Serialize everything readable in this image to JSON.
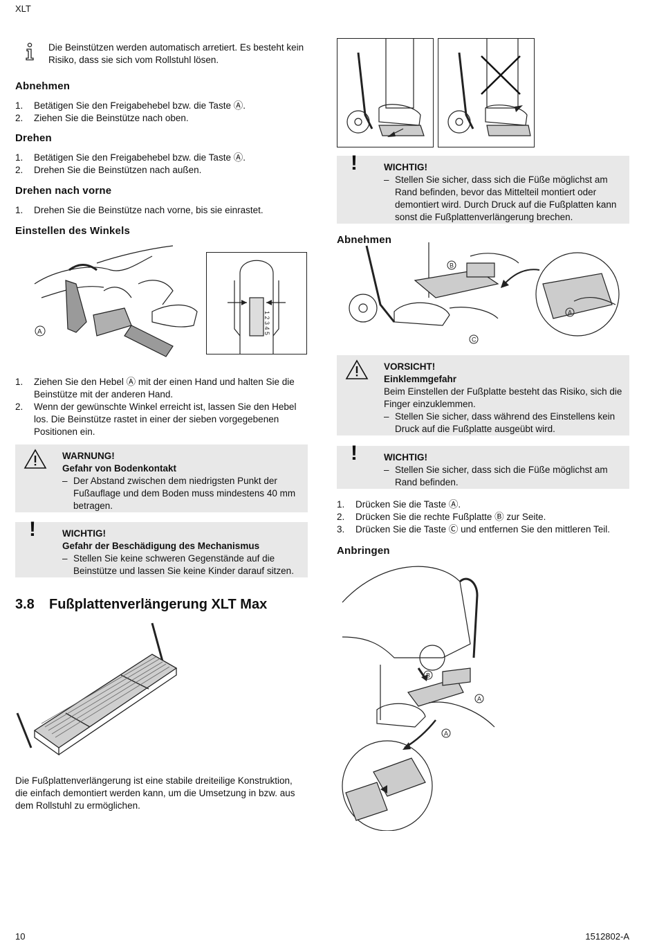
{
  "header": {
    "title": "XLT"
  },
  "footer": {
    "page": "10",
    "doc_id": "1512802-A"
  },
  "left": {
    "info_note": "Die Beinstützen werden automatisch arretiert.  Es besteht kein Risiko, dass sie sich vom Rollstuhl lösen.",
    "abnehmen": {
      "heading": "Abnehmen",
      "steps": [
        {
          "n": "1.",
          "text": "Betätigen Sie den Freigabehebel bzw.  die Taste Ⓐ."
        },
        {
          "n": "2.",
          "text": "Ziehen Sie die Beinstütze nach oben."
        }
      ]
    },
    "drehen": {
      "heading": "Drehen",
      "steps": [
        {
          "n": "1.",
          "text": "Betätigen Sie den Freigabehebel bzw.  die Taste Ⓐ."
        },
        {
          "n": "2.",
          "text": "Drehen Sie die Beinstützen nach außen."
        }
      ]
    },
    "drehen_vorne": {
      "heading": "Drehen nach vorne",
      "steps": [
        {
          "n": "1.",
          "text": "Drehen Sie die Beinstütze nach vorne, bis sie einrastet."
        }
      ]
    },
    "winkel": {
      "heading": "Einstellen des Winkels",
      "fig_label_a": "A",
      "scale_marks": "1 2 3 4 5",
      "steps": [
        {
          "n": "1.",
          "text": "Ziehen Sie den Hebel Ⓐ mit der einen Hand und halten Sie die Beinstütze mit der anderen Hand."
        },
        {
          "n": "2.",
          "text": "Wenn der gewünschte Winkel erreicht ist, lassen Sie den Hebel los.  Die Beinstütze rastet in einer der sieben vorgegebenen Positionen ein."
        }
      ]
    },
    "warnung": {
      "symbol": "⚠",
      "title": "WARNUNG!",
      "subtitle": "Gefahr von Bodenkontakt",
      "item": "Der Abstand zwischen dem niedrigsten Punkt der Fußauflage und dem Boden muss mindestens 40 mm betragen."
    },
    "wichtig": {
      "symbol": "!",
      "title": "WICHTIG!",
      "subtitle": "Gefahr der Beschädigung des Mechanismus",
      "item": "Stellen Sie keine schweren Gegenstände auf die Beinstütze und lassen Sie keine Kinder darauf sitzen."
    },
    "section": {
      "number": "3.8",
      "title": "Fußplattenverlängerung XLT Max",
      "description": "Die Fußplattenverlängerung ist eine stabile dreiteilige Konstruktion, die einfach demontiert werden kann, um die Umsetzung in bzw.  aus dem Rollstuhl zu ermöglichen."
    }
  },
  "right": {
    "wichtig1": {
      "symbol": "!",
      "title": "WICHTIG!",
      "item": "Stellen Sie sicher, dass sich die Füße möglichst am Rand befinden, bevor das Mittelteil montiert oder demontiert wird.  Durch Druck auf die Fußplatten kann sonst die Fußplattenverlängerung brechen."
    },
    "abnehmen": {
      "heading": "Abnehmen",
      "labels": [
        "B",
        "A",
        "C"
      ]
    },
    "vorsicht": {
      "symbol": "⚠",
      "title": "VORSICHT!",
      "subtitle": "Einklemmgefahr",
      "text": "Beim Einstellen der Fußplatte besteht das Risiko, sich die Finger einzuklemmen.",
      "item": "Stellen Sie sicher, dass während des Einstellens kein Druck auf die Fußplatte ausgeübt wird."
    },
    "wichtig2": {
      "symbol": "!",
      "title": "WICHTIG!",
      "item": "Stellen Sie sicher, dass sich die Füße möglichst am Rand befinden."
    },
    "steps": [
      {
        "n": "1.",
        "text": "Drücken Sie die Taste Ⓐ."
      },
      {
        "n": "2.",
        "text": "Drücken Sie die rechte Fußplatte Ⓑ zur Seite."
      },
      {
        "n": "3.",
        "text": "Drücken Sie die Taste Ⓒ und entfernen Sie den mittleren Teil."
      }
    ],
    "anbringen": {
      "heading": "Anbringen",
      "labels": [
        "B",
        "A",
        "A"
      ]
    }
  }
}
